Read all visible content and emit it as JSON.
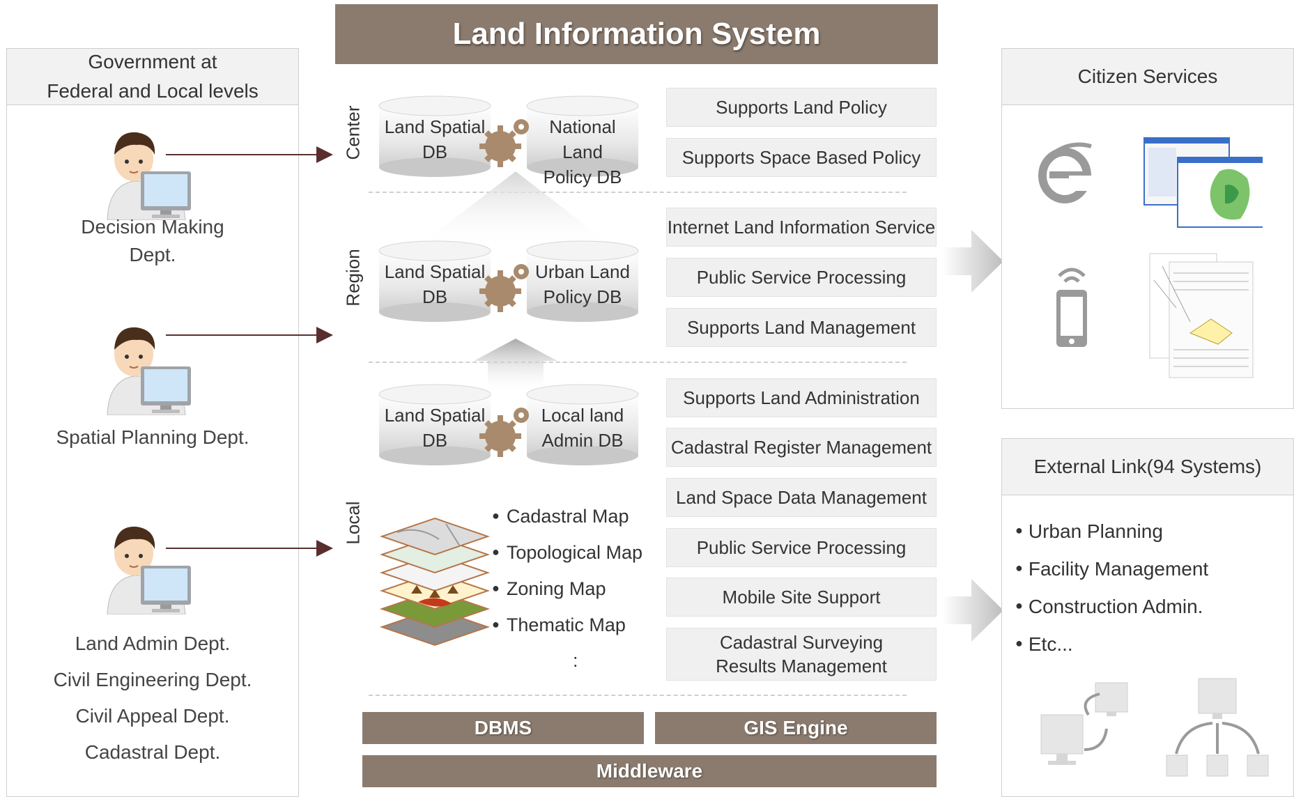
{
  "title": "Land Information System",
  "government": {
    "header_line1": "Government at",
    "header_line2": "Federal and Local levels",
    "departments": [
      {
        "label": "Decision Making\nDept."
      },
      {
        "label": "Spatial Planning  Dept."
      },
      {
        "label": "Land Admin Dept.\nCivil Engineering Dept.\nCivil Appeal  Dept.\nCadastral Dept."
      }
    ]
  },
  "levels": {
    "center": "Center",
    "region": "Region",
    "local": "Local"
  },
  "databases": {
    "center": {
      "left": "Land Spatial\nDB",
      "right": "National Land\nPolicy DB"
    },
    "region": {
      "left": "Land Spatial\nDB",
      "right": "Urban Land\nPolicy DB"
    },
    "local": {
      "left": "Land Spatial\nDB",
      "right": "Local land\nAdmin DB"
    }
  },
  "services": {
    "center": [
      "Supports Land Policy",
      "Supports Space Based Policy"
    ],
    "region": [
      "Internet Land Information Service",
      "Public Service Processing",
      "Supports Land Management"
    ],
    "local": [
      "Supports Land Administration",
      "Cadastral Register Management",
      "Land Space Data Management",
      "Public Service Processing",
      "Mobile Site Support",
      "Cadastral Surveying\nResults Management"
    ]
  },
  "maps": [
    "Cadastral Map",
    "Topological Map",
    "Zoning Map",
    "Thematic Map"
  ],
  "maps_more": ":",
  "bottom": {
    "dbms": "DBMS",
    "gis": "GIS Engine",
    "middleware": "Middleware"
  },
  "citizen": {
    "header": "Citizen Services"
  },
  "external": {
    "header": "External Link(94 Systems)",
    "items": [
      "Urban Planning",
      "Facility Management",
      "Construction Admin.",
      "Etc..."
    ]
  },
  "colors": {
    "brown": "#8b7b6e",
    "arrow": "#5a2e2e",
    "panel_bg": "#f2f2f2"
  }
}
